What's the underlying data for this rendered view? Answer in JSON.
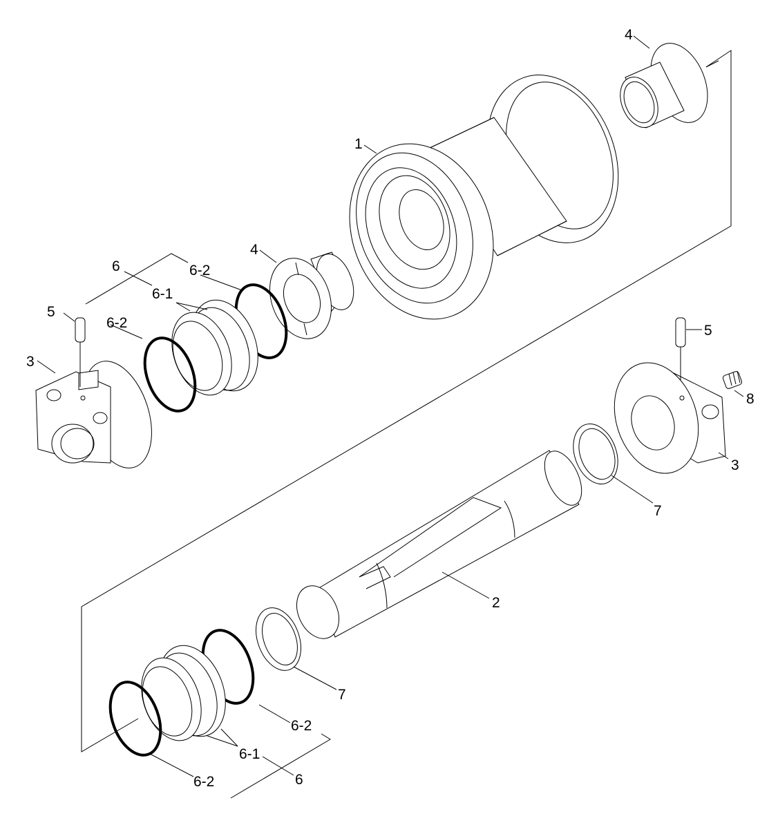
{
  "diagram": {
    "callouts": {
      "c1": "1",
      "c2": "2",
      "c3_left": "3",
      "c3_right": "3",
      "c4_top": "4",
      "c4_mid": "4",
      "c5_left": "5",
      "c5_right": "5",
      "c6_top": "6",
      "c6_bottom": "6",
      "c6_1_top": "6-1",
      "c6_1_bottom": "6-1",
      "c6_2_top_a": "6-2",
      "c6_2_top_b": "6-2",
      "c6_2_bottom_a": "6-2",
      "c6_2_bottom_b": "6-2",
      "c7_right": "7",
      "c7_left": "7",
      "c8": "8"
    }
  }
}
